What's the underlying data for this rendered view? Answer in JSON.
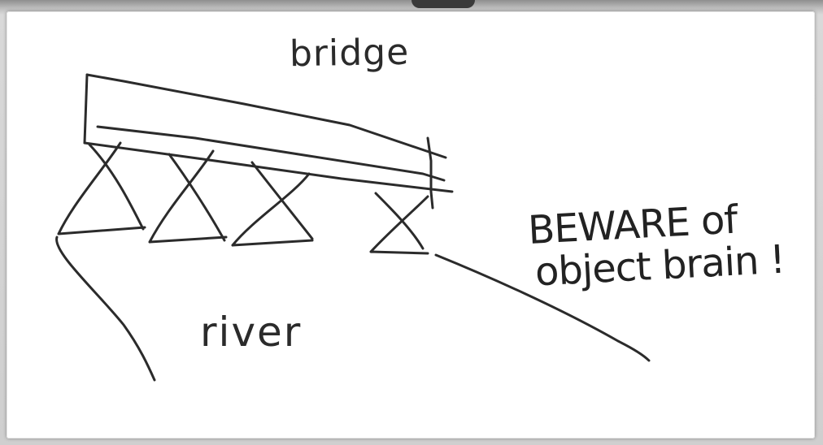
{
  "colors": {
    "ink": "#2b2b2b",
    "paper": "#ffffff",
    "background": "#cfcfcf"
  },
  "labels": {
    "bridge": "bridge",
    "river": "river"
  },
  "note": {
    "line1": "BEWARE of",
    "line2": "object brain !"
  }
}
